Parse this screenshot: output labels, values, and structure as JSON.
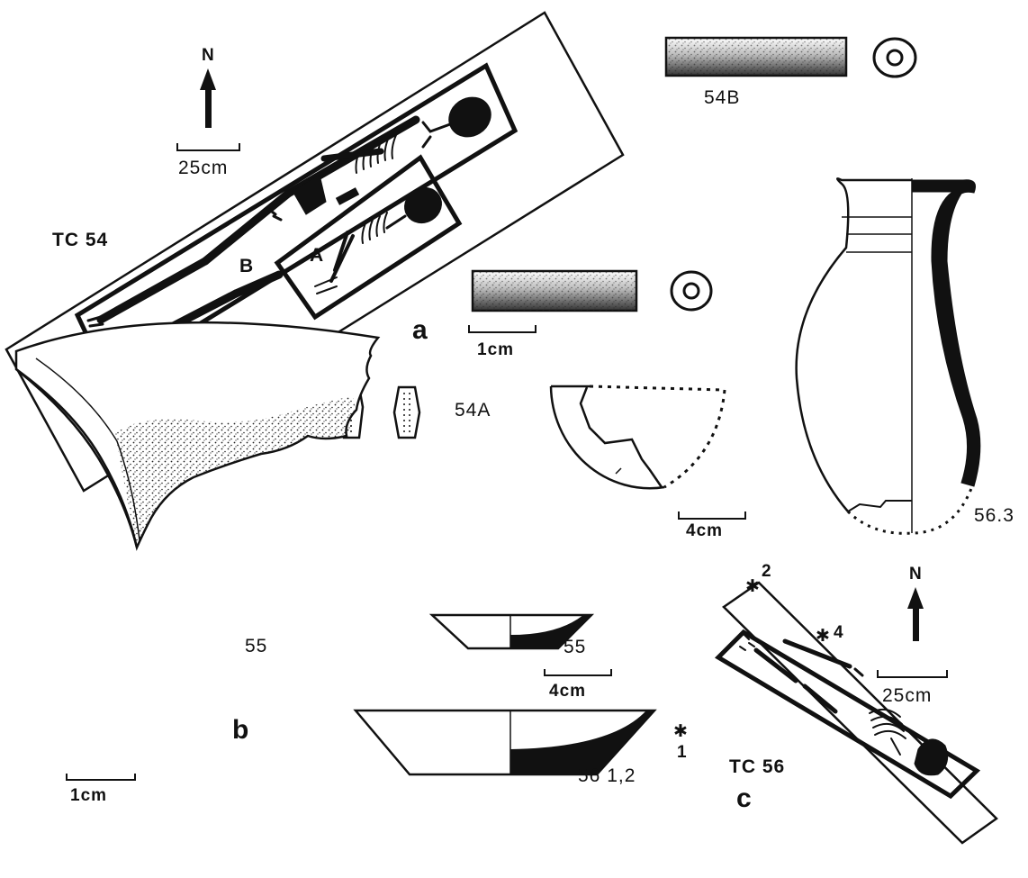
{
  "figure": {
    "panel_a": "a",
    "panel_b": "b",
    "panel_c": "c",
    "tomb_54": "TC 54",
    "tomb_56": "TC 56",
    "burial_a": "A",
    "burial_b": "B",
    "north": "N",
    "north_2": "N",
    "scale_25cm": "25cm",
    "scale_25cm_2": "25cm",
    "scale_1cm_a": "1cm",
    "scale_1cm_b": "1cm",
    "scale_4cm_a": "4cm",
    "scale_4cm_b": "4cm",
    "item_54b": "54B",
    "item_54a": "54A",
    "item_55_sherd": "55",
    "item_55_bowl": "55",
    "item_56_3": "56.3",
    "item_56_12": "56 1,2",
    "marker_1": "1",
    "marker_2": "2",
    "marker_4": "4",
    "asterisk": "✱"
  }
}
